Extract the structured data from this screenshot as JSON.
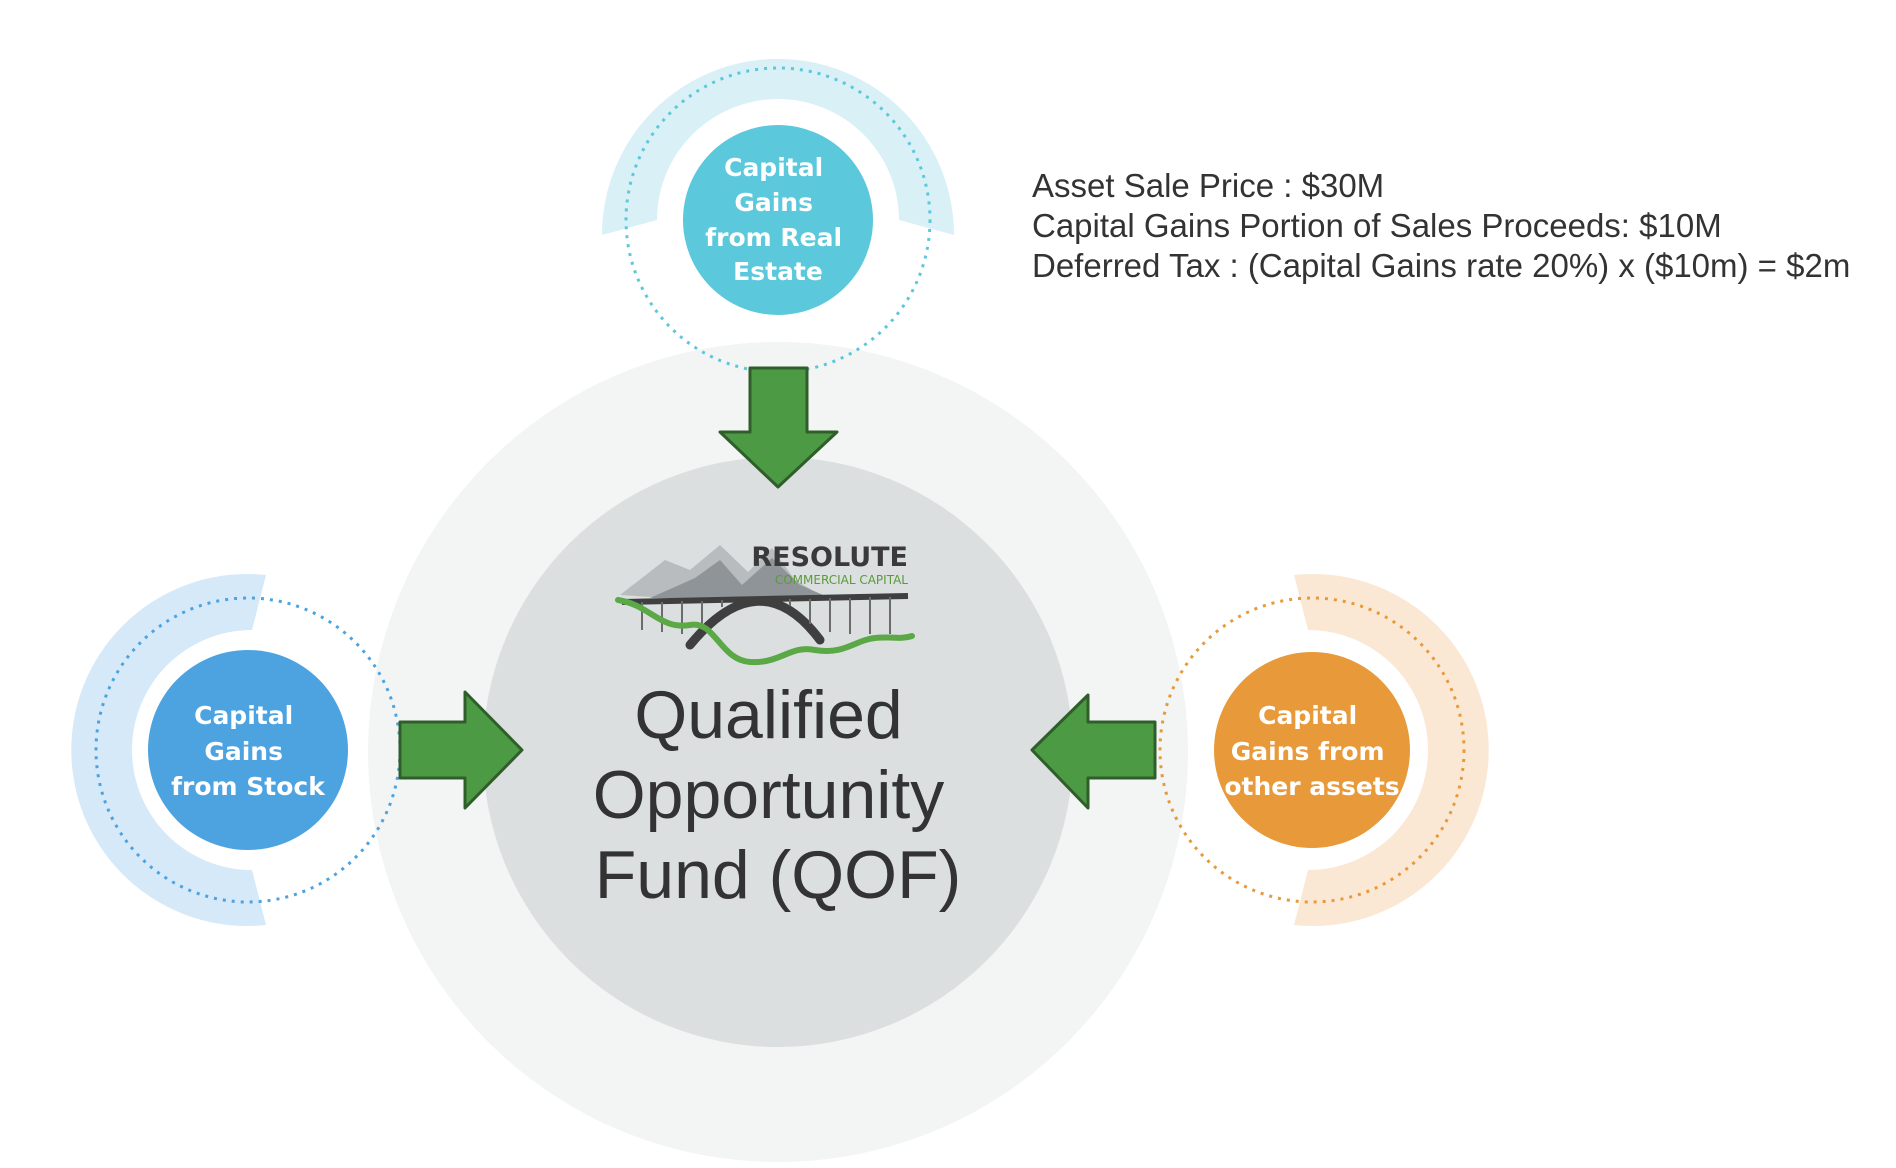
{
  "center": {
    "title_lines": [
      "Qualified",
      "Opportunity",
      "Fund (QOF)"
    ]
  },
  "logo": {
    "name": "RESOLUTE",
    "tagline": "COMMERCIAL CAPITAL"
  },
  "sources": {
    "real_estate": {
      "lines": [
        "Capital",
        "Gains",
        "from Real",
        "Estate"
      ],
      "color": "#5bc8dc"
    },
    "stock": {
      "lines": [
        "Capital",
        "Gains",
        "from Stock"
      ],
      "color": "#4da3e0"
    },
    "other": {
      "lines": [
        "Capital",
        "Gains from",
        "other assets"
      ],
      "color": "#e8993a"
    }
  },
  "info": {
    "lines": [
      "Asset Sale Price : $30M",
      "Capital Gains Portion of Sales Proceeds: $10M",
      "Deferred Tax : (Capital Gains rate 20%) x ($10m) = $2m"
    ]
  },
  "colors": {
    "arrow_fill": "#4c9a44",
    "arrow_stroke": "#2f5e2a",
    "outer_halo": "#f3f4f4",
    "center_disk": "#dcdfe0"
  }
}
